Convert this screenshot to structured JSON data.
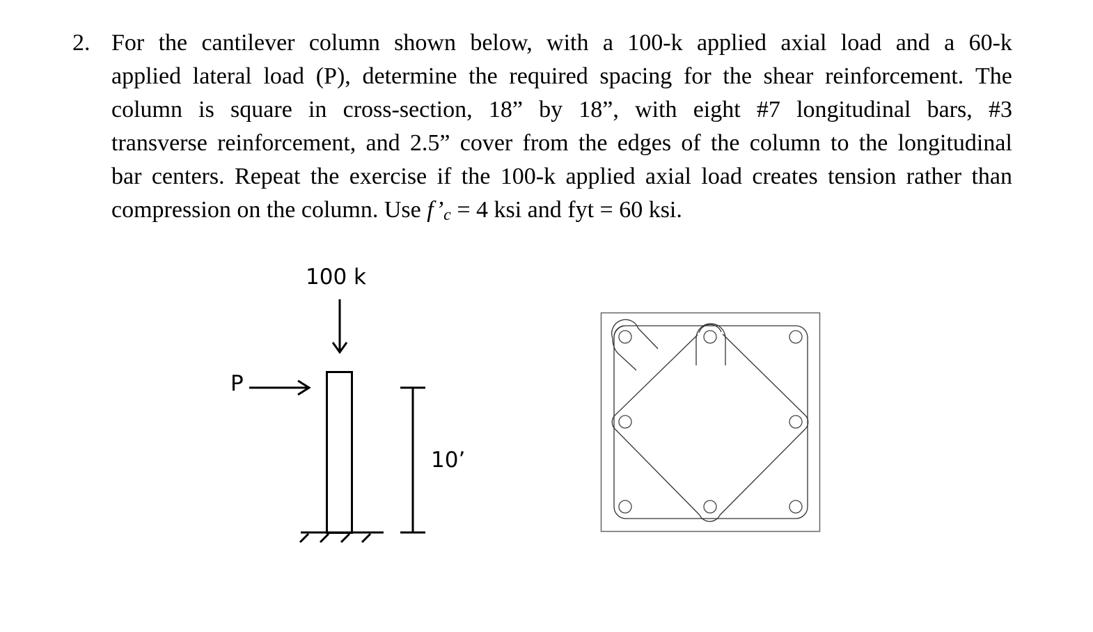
{
  "problem": {
    "number": "2.",
    "lines": [
      [
        "For",
        "the",
        "cantilever",
        "column",
        "shown",
        "below,",
        "with",
        "a",
        "100-k",
        "applied",
        "axial",
        "load",
        "and",
        "a",
        "60-k"
      ],
      [
        "applied lateral load (P), determine the required spacing for the shear reinforcement.",
        "The"
      ],
      [
        "column",
        "is",
        "square",
        "in",
        "cross-section,",
        "18”",
        "by",
        "18”,",
        "with",
        "eight",
        "#7",
        "longitudinal",
        "bars,",
        "#3"
      ],
      [
        "transverse reinforcement, and 2.5” cover from the edges of the column to the longitudinal"
      ],
      [
        "bar centers.",
        "Repeat the exercise if the 100-k applied axial load creates tension rather than"
      ]
    ],
    "last_line": {
      "before": "compression on the column.  Use ",
      "fc_symbol": "f’",
      "fc_subscript": "c",
      "after": " = 4 ksi and fyt = 60 ksi."
    }
  },
  "elevation_figure": {
    "axial_load_label": "100 k",
    "lateral_load_label": "P",
    "height_label": "10’"
  },
  "cross_section_figure": {
    "width_in": 18,
    "depth_in": 18,
    "longitudinal_bars": 8,
    "bar_size": "#7",
    "tie_size": "#3",
    "cover_to_bar_center_in": 2.5
  },
  "colors": {
    "text": "#000000",
    "drawing_line": "#000000",
    "section_line": "#555555",
    "background": "#ffffff"
  }
}
